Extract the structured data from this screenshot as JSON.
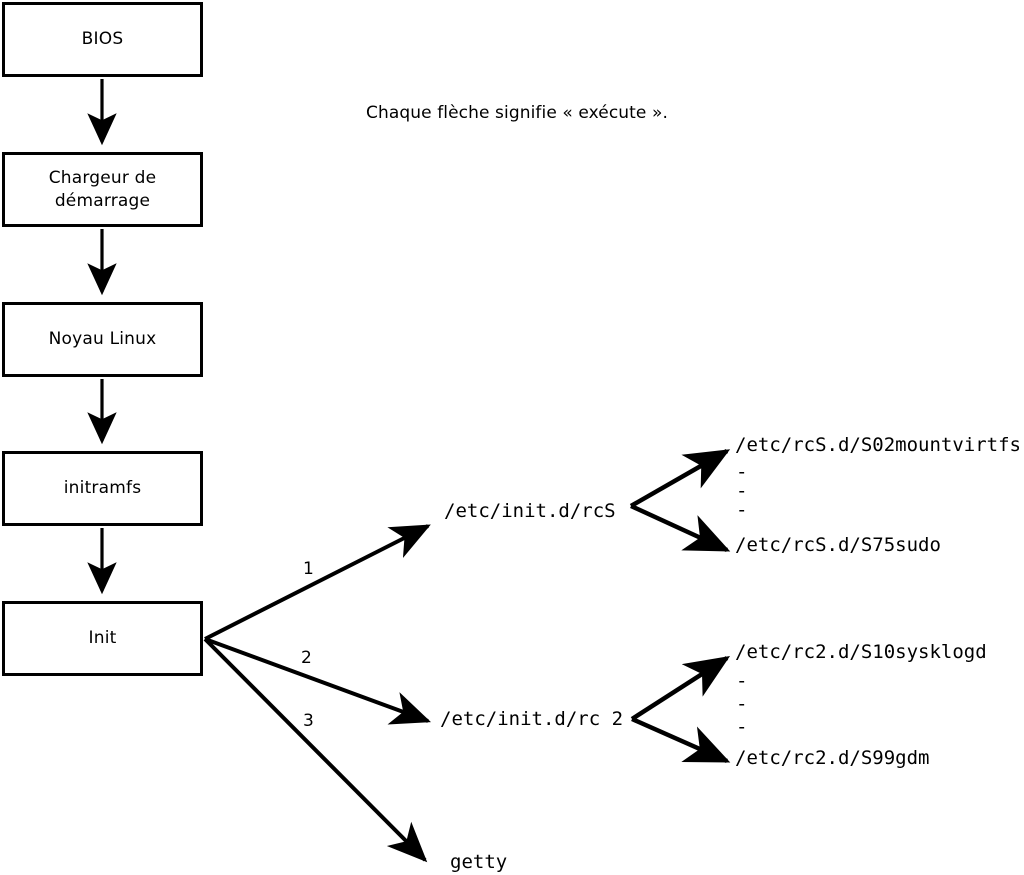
{
  "diagram": {
    "title_caption": "Chaque flèche signifie « exécute ».",
    "boot_chain": [
      {
        "label": "BIOS"
      },
      {
        "label": "Chargeur de\ndémarrage"
      },
      {
        "label": "Noyau Linux"
      },
      {
        "label": "initramfs"
      },
      {
        "label": "Init"
      }
    ],
    "branch_numbers": [
      "1",
      "2",
      "3"
    ],
    "init_targets": [
      {
        "label": "/etc/init.d/rcS"
      },
      {
        "label": "/etc/init.d/rc 2"
      },
      {
        "label": "getty"
      }
    ],
    "rcs_scripts": {
      "first": "/etc/rcS.d/S02mountvirtfs",
      "ellipsis": [
        "-",
        "-",
        "-"
      ],
      "last": "/etc/rcS.d/S75sudo"
    },
    "rc2_scripts": {
      "first": "/etc/rc2.d/S10sysklogd",
      "ellipsis": [
        "-",
        "-",
        "-"
      ],
      "last": "/etc/rc2.d/S99gdm"
    },
    "colors": {
      "stroke": "#000000",
      "fill": "#ffffff",
      "text": "#000000"
    }
  }
}
